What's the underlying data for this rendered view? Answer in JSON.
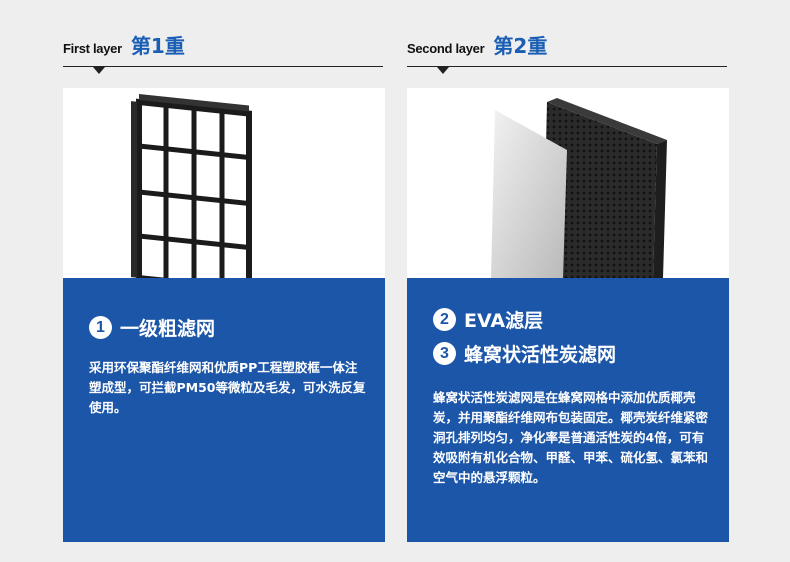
{
  "layers": [
    {
      "label_en": "First layer",
      "label_cn": "第1重",
      "headings": [
        {
          "number": "1",
          "title": "一级粗滤网"
        }
      ],
      "description": "采用环保聚酯纤维网和优质PP工程塑胶框一体注塑成型，可拦截PM50等微粒及毛发，可水洗反复使用。"
    },
    {
      "label_en": "Second layer",
      "label_cn": "第2重",
      "headings": [
        {
          "number": "2",
          "title": "EVA滤层"
        },
        {
          "number": "3",
          "title": "蜂窝状活性炭滤网"
        }
      ],
      "description": "蜂窝状活性炭滤网是在蜂窝网格中添加优质椰壳炭，并用聚酯纤维网布包装固定。椰壳炭纤维紧密洞孔排列均匀，净化率是普通活性炭的4倍，可有效吸附有机化合物、甲醛、甲苯、硫化氢、氯苯和空气中的悬浮颗粒。"
    }
  ],
  "colors": {
    "accent": "#1a5fb4",
    "panel": "#1c56a8",
    "background": "#eeeeee"
  }
}
